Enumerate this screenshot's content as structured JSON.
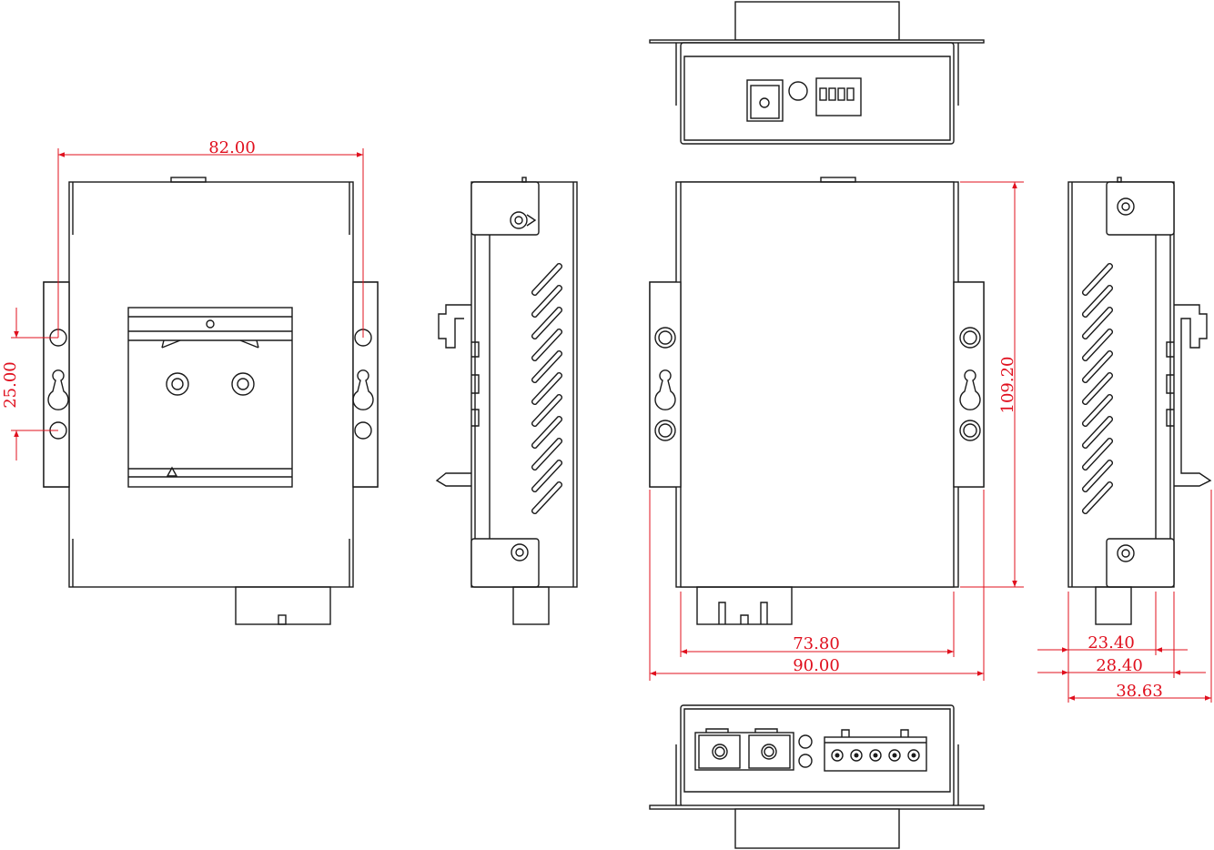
{
  "drawing": {
    "views": [
      "back",
      "left-side",
      "front",
      "right-side",
      "top",
      "bottom"
    ],
    "line_color": "#1a1a1a",
    "dimension_color": "#e0101e"
  },
  "dimensions": {
    "hole_spacing_width": "82.00",
    "hole_spacing_height": "25.00",
    "body_height": "109.20",
    "body_width": "73.80",
    "flange_width": "90.00",
    "depth_body": "23.40",
    "depth_with_tabs": "28.40",
    "depth_with_din_clip": "38.63"
  }
}
